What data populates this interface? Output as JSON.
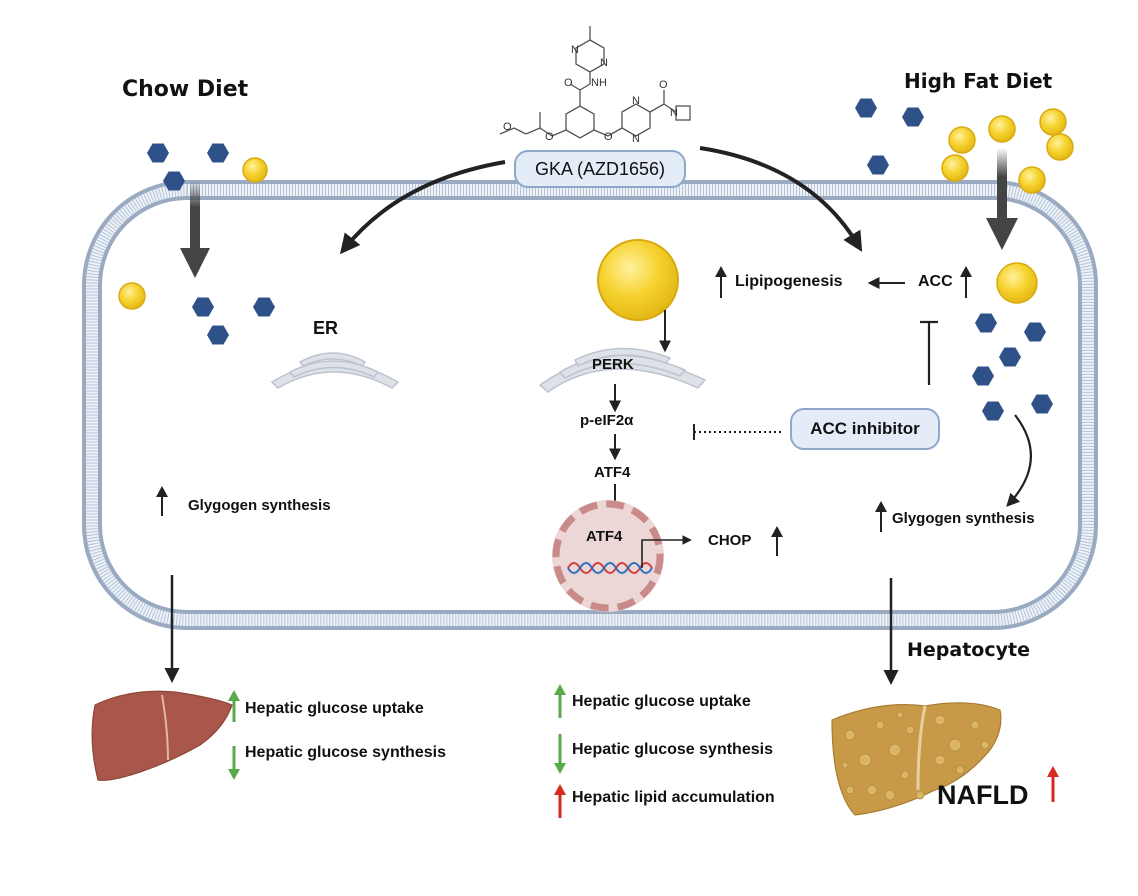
{
  "conditions": {
    "left_title": "Chow Diet",
    "right_title": "High Fat Diet"
  },
  "drug": {
    "label": "GKA (AZD1656)",
    "structure_atoms": [
      "N",
      "N",
      "O",
      "NH",
      "O",
      "O",
      "N",
      "N",
      "O",
      "N",
      "O"
    ]
  },
  "cell": {
    "organelle_label": "ER",
    "cell_type_label": "Hepatocyte",
    "pathway": {
      "perk": "PERK",
      "peif2a": "p-eIF2α",
      "atf4_cytosol": "ATF4",
      "atf4_nucleus": "ATF4",
      "chop": "CHOP"
    },
    "lipid": {
      "acc": "ACC",
      "lipogenesis": "Lipipogenesis",
      "inhibitor": "ACC inhibitor"
    },
    "left_glycogen": "Glygogen synthesis",
    "right_glycogen": "Glygogen synthesis"
  },
  "outcomes": {
    "chow": [
      {
        "text": "Hepatic glucose uptake",
        "direction": "up",
        "color": "#5aaa4a"
      },
      {
        "text": "Hepatic glucose synthesis",
        "direction": "down",
        "color": "#5aaa4a"
      }
    ],
    "hfd": [
      {
        "text": "Hepatic glucose uptake",
        "direction": "up",
        "color": "#5aaa4a"
      },
      {
        "text": "Hepatic glucose synthesis",
        "direction": "down",
        "color": "#5aaa4a"
      },
      {
        "text": "Hepatic lipid accumulation",
        "direction": "up",
        "color": "#d42a20"
      }
    ],
    "disease": "NAFLD",
    "disease_direction": "up",
    "disease_arrow_color": "#d42a20"
  },
  "colors": {
    "glucose": "#2f5189",
    "lipid": "#f2c820",
    "membrane": "#a9b8cc",
    "er": "#d5d9e0",
    "nucleus": "#ecd6d6",
    "nucleus_border": "#c98a8a",
    "pill_bg": "#e4ecf7",
    "pill_border": "#8ea8c9",
    "healthy_liver": "#a8574a",
    "fatty_liver": "#c89a48"
  }
}
